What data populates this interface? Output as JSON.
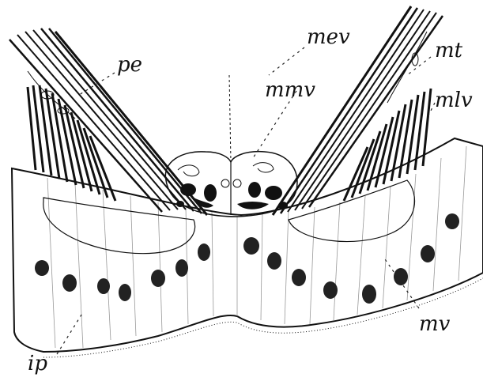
{
  "figure": {
    "labels": {
      "pe": "pe",
      "mev": "mev",
      "mt": "mt",
      "mmv": "mmv",
      "mlv": "mlv",
      "mv": "mv",
      "ip": "ip"
    }
  }
}
